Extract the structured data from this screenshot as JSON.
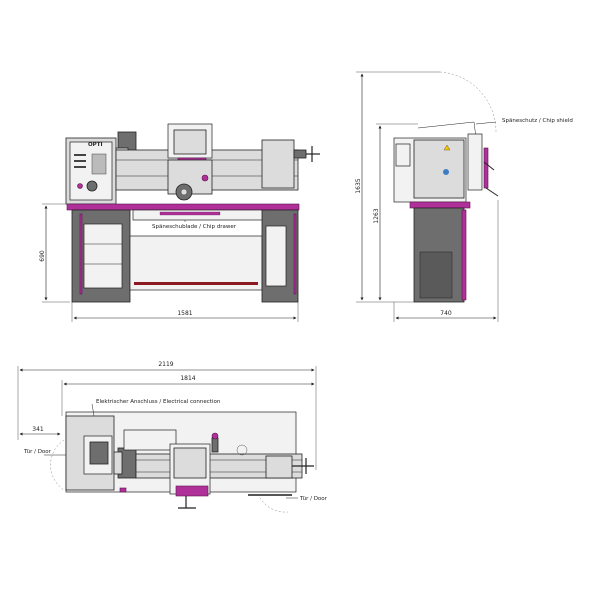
{
  "front_view": {
    "brand_label": "OPTI",
    "chip_drawer_label": "Späneschublade / Chip drawer",
    "height_dim": "690",
    "width_dim": "1581"
  },
  "side_view": {
    "chip_shield_label": "Späneschutz / Chip shield",
    "overall_height_dim": "1635",
    "table_height_dim": "1263",
    "depth_dim": "740"
  },
  "top_view": {
    "overall_length_dim": "2119",
    "length_dim": "1814",
    "offset_dim": "341",
    "electrical_label": "Elektrischer Anschluss / Electrical connection",
    "door_left_label": "Tür / Door",
    "door_right_label": "Tür / Door"
  },
  "colors": {
    "accent": "#b0309a",
    "body": "#dcdcdc",
    "dark": "#6e6e6e"
  }
}
